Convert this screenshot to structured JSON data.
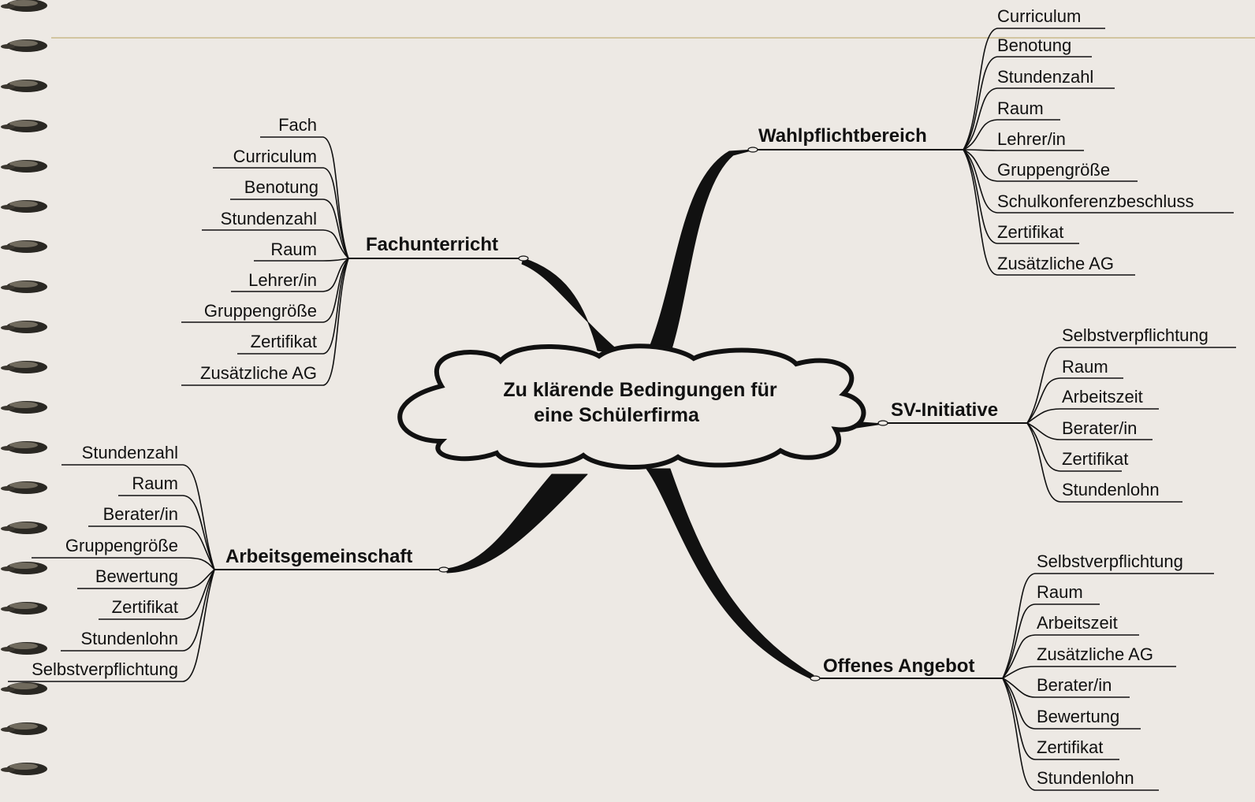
{
  "colors": {
    "background": "#ede9e4",
    "ink": "#111111",
    "ruled_line": "#c9b98a"
  },
  "center": {
    "line1": "Zu klärende Bedingungen für",
    "line2": "eine Schülerfirma"
  },
  "branches": {
    "wahlpflicht": {
      "title": "Wahlpflichtbereich",
      "items": [
        "Curriculum",
        "Benotung",
        "Stundenzahl",
        "Raum",
        "Lehrer/in",
        "Gruppengröße",
        "Schulkonferenzbeschluss",
        "Zertifikat",
        "Zusätzliche AG"
      ]
    },
    "fachunterricht": {
      "title": "Fachunterricht",
      "items": [
        "Fach",
        "Curriculum",
        "Benotung",
        "Stundenzahl",
        "Raum",
        "Lehrer/in",
        "Gruppengröße",
        "Zertifikat",
        "Zusätzliche AG"
      ]
    },
    "sv_initiative": {
      "title": "SV-Initiative",
      "items": [
        "Selbstverpflichtung",
        "Raum",
        "Arbeitszeit",
        "Berater/in",
        "Zertifikat",
        "Stundenlohn"
      ]
    },
    "arbeitsgemeinschaft": {
      "title": "Arbeitsgemeinschaft",
      "items": [
        "Stundenzahl",
        "Raum",
        "Berater/in",
        "Gruppengröße",
        "Bewertung",
        "Zertifikat",
        "Stundenlohn",
        "Selbstverpflichtung"
      ]
    },
    "offenes_angebot": {
      "title": "Offenes Angebot",
      "items": [
        "Selbstverpflichtung",
        "Raum",
        "Arbeitszeit",
        "Zusätzliche AG",
        "Berater/in",
        "Bewertung",
        "Zertifikat",
        "Stundenlohn"
      ]
    }
  }
}
